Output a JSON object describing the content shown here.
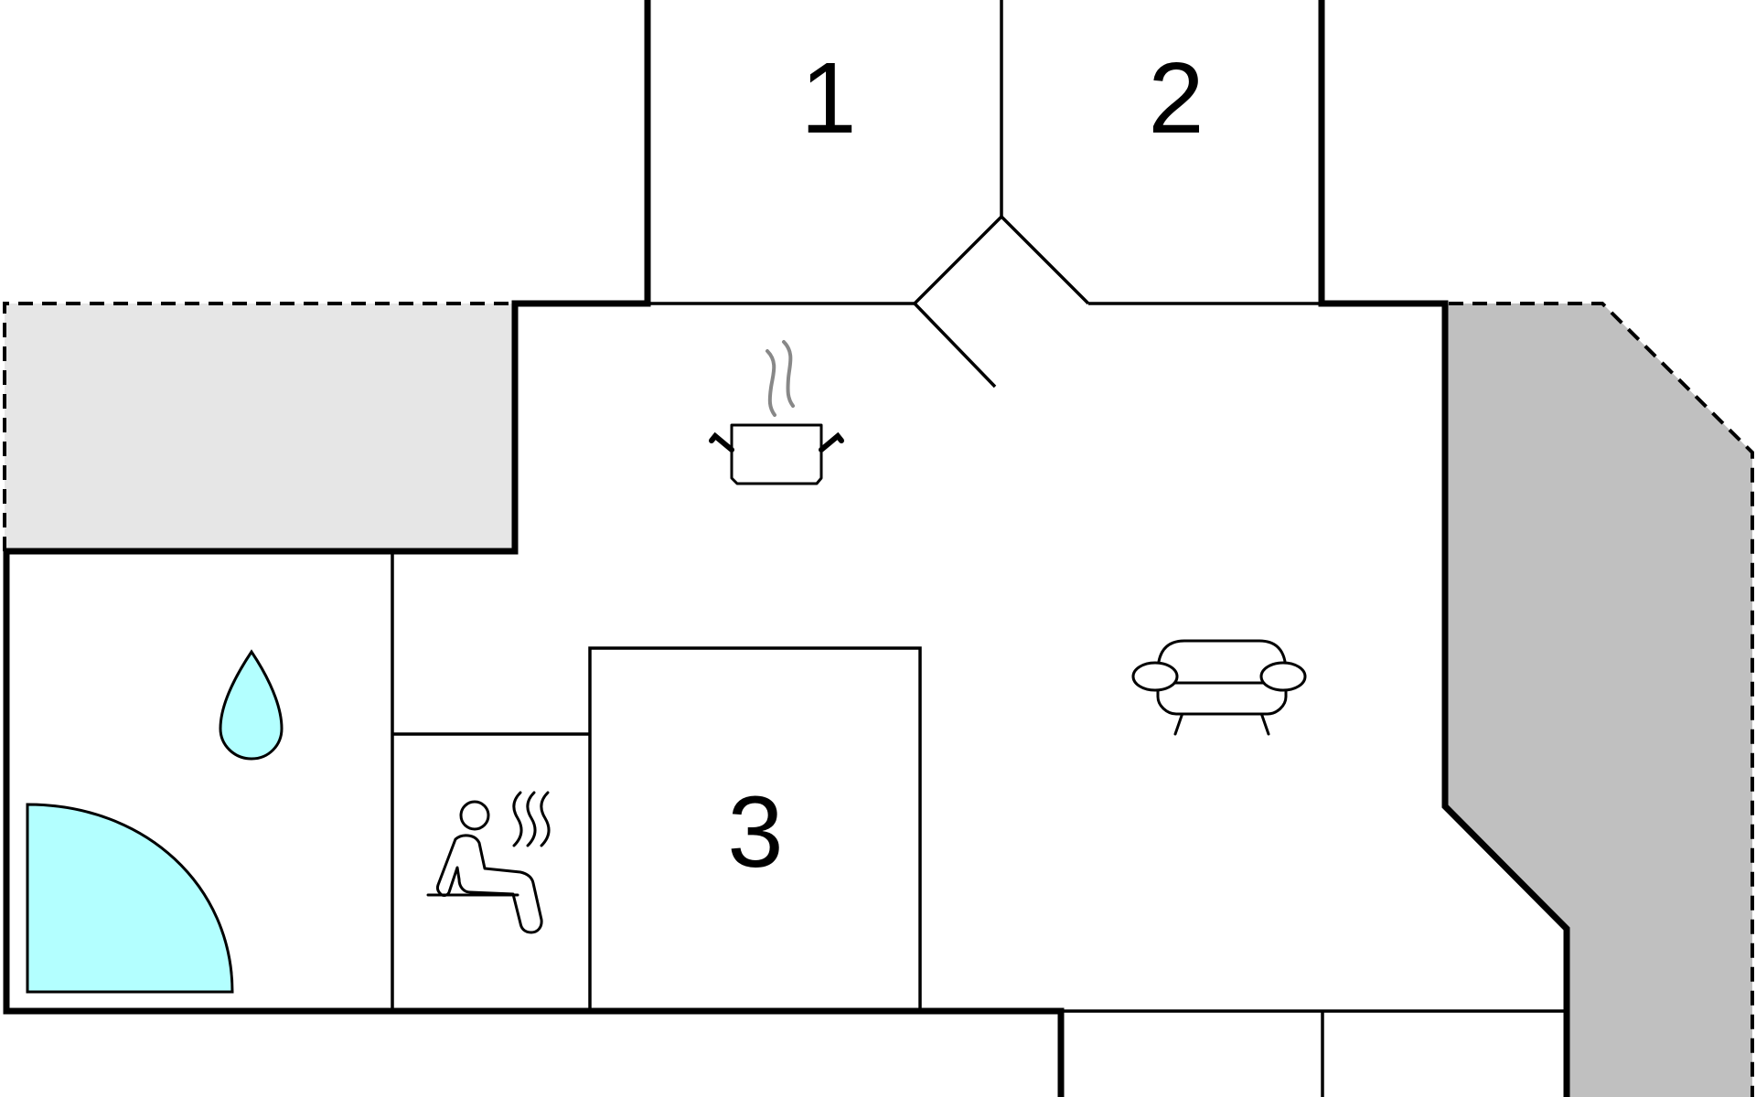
{
  "rooms": {
    "bedroom_1": {
      "label": "1"
    },
    "bedroom_2": {
      "label": "2"
    },
    "bedroom_3": {
      "label": "3"
    }
  },
  "colors": {
    "terrace_light": "#e6e6e6",
    "terrace_dark": "#c0c0c0",
    "water": "#b3ffff",
    "steam": "#888888",
    "wall": "#000000"
  },
  "icons": {
    "kitchen": "cooking-pot-icon",
    "bathroom": "water-drop-icon",
    "shower": "shower-tray-icon",
    "sauna": "sauna-icon",
    "living": "sofa-icon"
  }
}
